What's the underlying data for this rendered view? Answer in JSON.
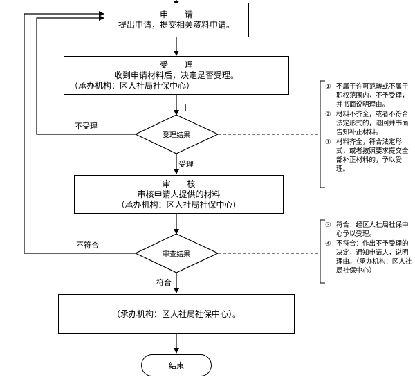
{
  "apply": {
    "title": "申 请",
    "line1": "提出申请，提交相关资料申请。"
  },
  "accept": {
    "title": "受 理",
    "line1": "收到申请材料后，决定是否受理。",
    "line2": "（承办机构：区人社局社保中心）"
  },
  "decision1": {
    "label": "受理结果"
  },
  "edge_not_accepted": "不受理",
  "edge_accepted": "受理",
  "review": {
    "title": "审 核",
    "line1": "审核申请人提供的材料",
    "line2": "（承办机构：区人社局社保中心）"
  },
  "decision2": {
    "label": "审查结果"
  },
  "edge_not_compliant": "不符合",
  "edge_compliant": "符合",
  "final_box": {
    "line1": "（承办机构：区人社局社保中心）。"
  },
  "end": {
    "label": "结束"
  },
  "note1": {
    "items": [
      {
        "num": "①",
        "text": "不属于许可范畴或不属于职权范围内，不予受理，并书面说明理由。"
      },
      {
        "num": "②",
        "text": "材料不齐全，或者不符合法定形式的，退回并书面告知补正材料。"
      },
      {
        "num": "①",
        "text": "材料齐全，符合法定形式，或者按照要求提交全部补正材料的，予以受理。"
      }
    ]
  },
  "note2": {
    "items": [
      {
        "num": "③",
        "text": "符合：经区人社局社保中心予以受理。"
      },
      {
        "num": "④",
        "text": "不符合：作出不予受理的决定，通知申请人，说明理由。（承办机构：区人社局社保中心）"
      }
    ]
  }
}
